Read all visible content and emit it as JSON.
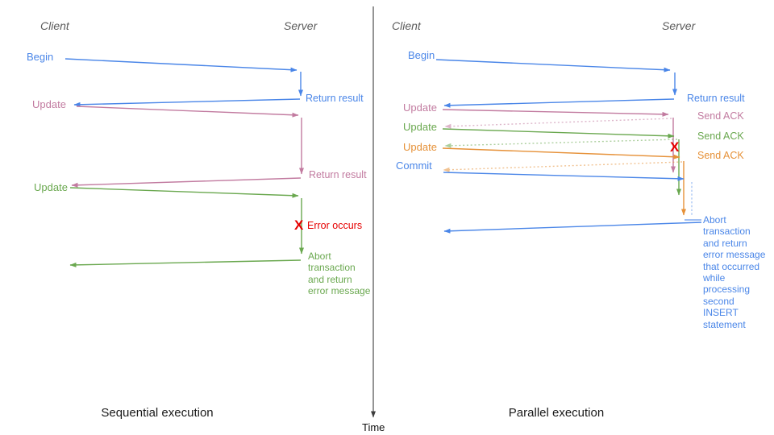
{
  "colors": {
    "blue": "#4a86e8",
    "pink": "#c27ba0",
    "green": "#6aa84f",
    "orange": "#e69138",
    "red": "#e60000",
    "header_gray": "#5b5b5b",
    "axis_gray": "#3d3d3d"
  },
  "time_axis": {
    "label": "Time"
  },
  "left_panel": {
    "title": "Sequential execution",
    "client_label": "Client",
    "server_label": "Server",
    "messages": {
      "begin": "Begin",
      "return_result_1": "Return result",
      "update_1": "Update",
      "return_result_2": "Return result",
      "update_2": "Update",
      "error_marker": "X",
      "error_label": "Error occurs",
      "abort_message": "Abort\ntransaction\nand return\nerror message"
    }
  },
  "right_panel": {
    "title": "Parallel execution",
    "client_label": "Client",
    "server_label": "Server",
    "messages": {
      "begin": "Begin",
      "return_result": "Return result",
      "update_1": "Update",
      "send_ack_1": "Send ACK",
      "update_2": "Update",
      "send_ack_2": "Send ACK",
      "update_3": "Update",
      "send_ack_3": "Send ACK",
      "commit": "Commit",
      "error_marker": "X",
      "abort_message": "Abort\ntransaction\nand return\nerror message\nthat occurred\nwhile\nprocessing\nsecond\nINSERT\nstatement"
    }
  }
}
